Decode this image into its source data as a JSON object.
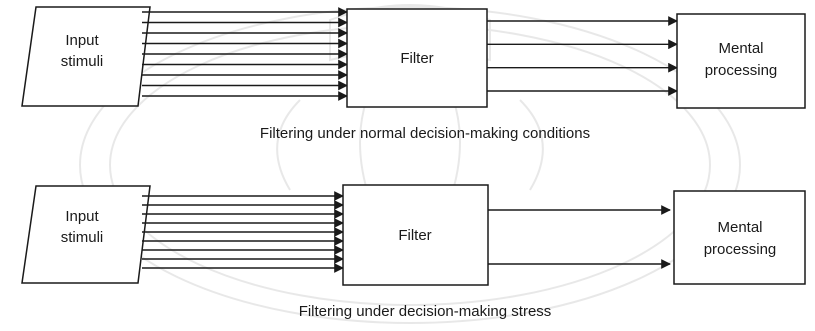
{
  "diagrams": [
    {
      "input_label": [
        "Input",
        "stimuli"
      ],
      "filter_label": "Filter",
      "output_label": [
        "Mental",
        "processing"
      ],
      "input_arrows": 9,
      "output_arrows": 4,
      "caption": "Filtering under normal decision-making conditions"
    },
    {
      "input_label": [
        "Input",
        "stimuli"
      ],
      "filter_label": "Filter",
      "output_label": [
        "Mental",
        "processing"
      ],
      "input_arrows": 9,
      "output_arrows": 2,
      "caption": "Filtering under decision-making stress"
    }
  ]
}
